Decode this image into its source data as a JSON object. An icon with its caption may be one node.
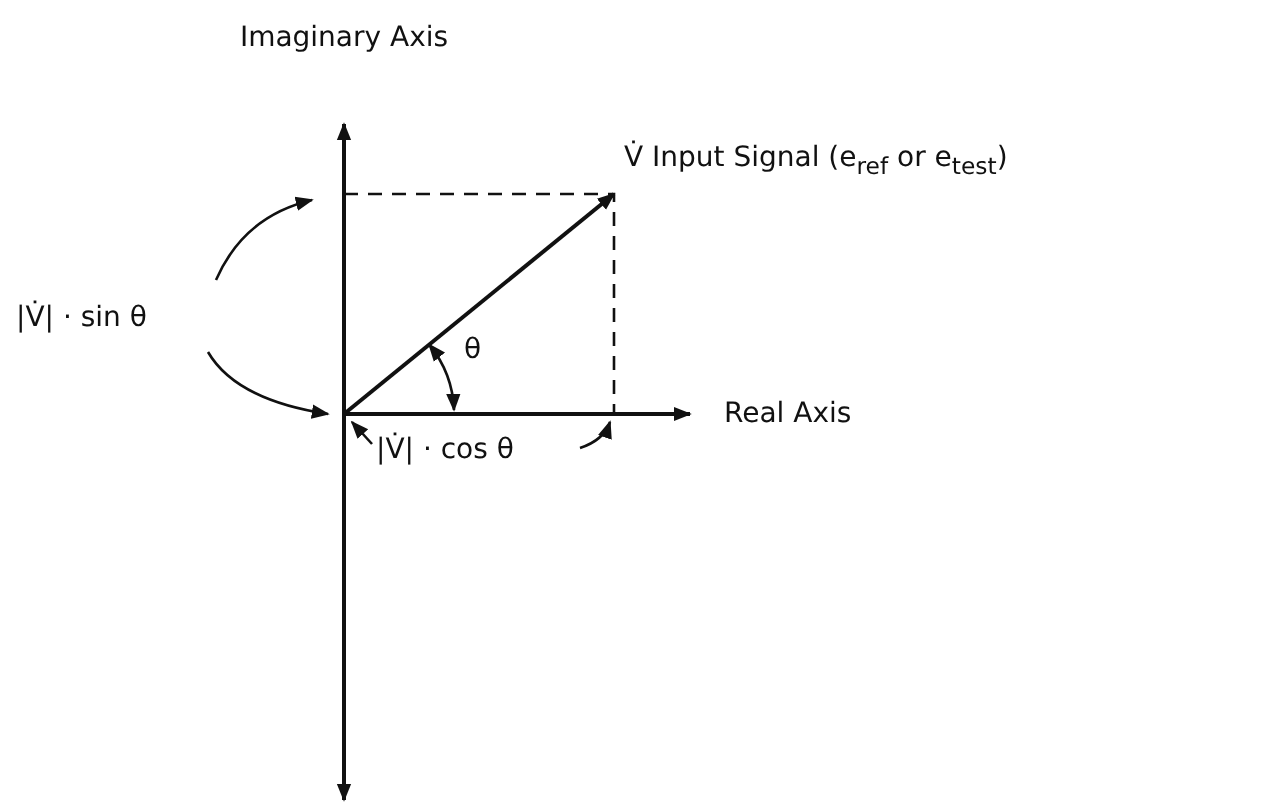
{
  "diagram": {
    "labels": [
      "Imaginary Axis",
      "V̇ Input Signal (e$_{ref}$ or e$_{test}$)",
      "|V̇| · sin θ",
      "θ",
      "Real Axis",
      "|V̇| · cos θ"
    ]
  }
}
